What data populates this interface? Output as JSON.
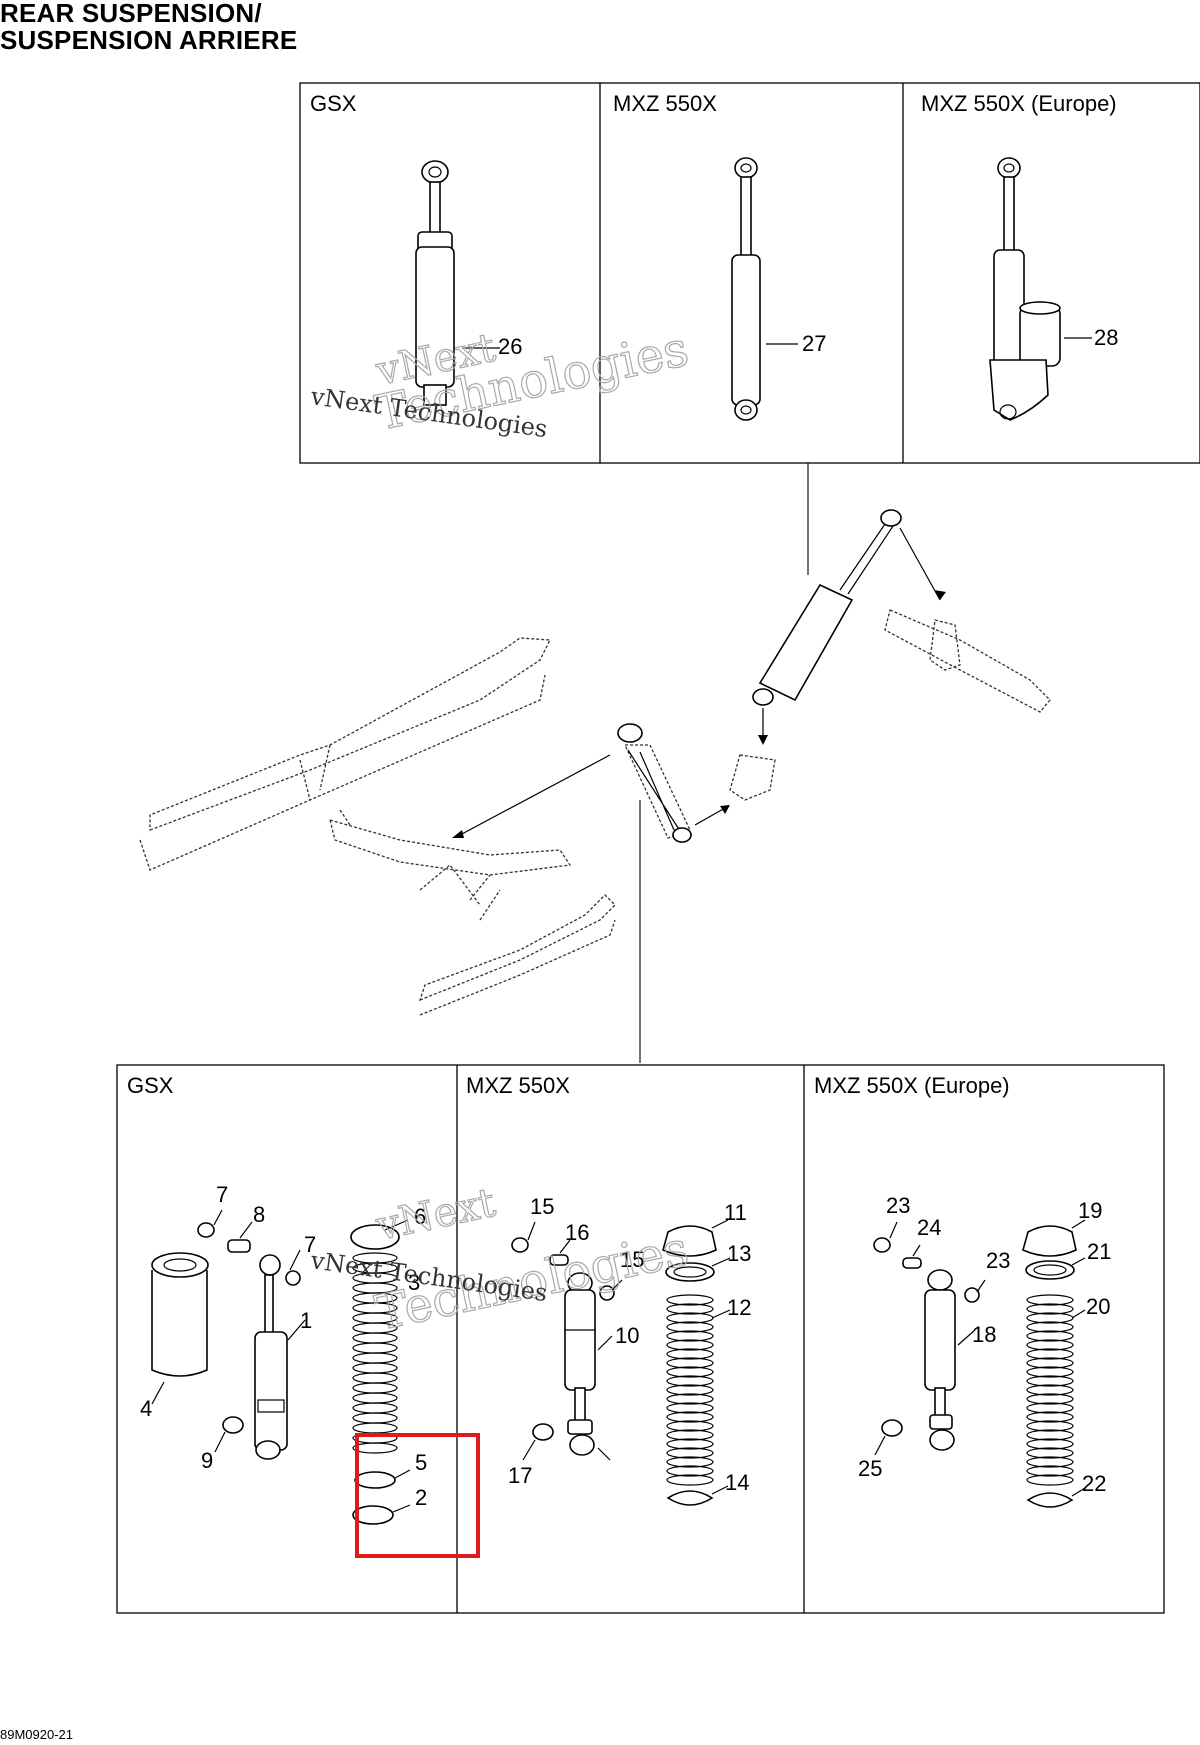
{
  "header": {
    "title_line1": "REAR SUSPENSION/",
    "title_line2": "SUSPENSION ARRIERE"
  },
  "footer": {
    "drawing_code": "89M0920-21"
  },
  "watermark": {
    "line1": "vNext Technologies",
    "line2": "vNext",
    "line3": "Technologies"
  },
  "top_panels": [
    {
      "model": "GSX",
      "part": "26"
    },
    {
      "model": "MXZ 550X",
      "part": "27"
    },
    {
      "model": "MXZ 550X (Europe)",
      "part": "28"
    }
  ],
  "bottom_panels": [
    {
      "model": "GSX"
    },
    {
      "model": "MXZ 550X"
    },
    {
      "model": "MXZ 550X (Europe)"
    }
  ],
  "part_numbers": {
    "p1": "1",
    "p2": "2",
    "p3": "3",
    "p4": "4",
    "p5": "5",
    "p6": "6",
    "p7a": "7",
    "p7b": "7",
    "p8": "8",
    "p9": "9",
    "p10": "10",
    "p11": "11",
    "p12": "12",
    "p13": "13",
    "p14": "14",
    "p15a": "15",
    "p15b": "15",
    "p16": "16",
    "p17": "17",
    "p18": "18",
    "p19": "19",
    "p20": "20",
    "p21": "21",
    "p22": "22",
    "p23a": "23",
    "p23b": "23",
    "p24": "24",
    "p25": "25"
  },
  "colors": {
    "highlight": "#e0191d",
    "line": "#000000"
  }
}
